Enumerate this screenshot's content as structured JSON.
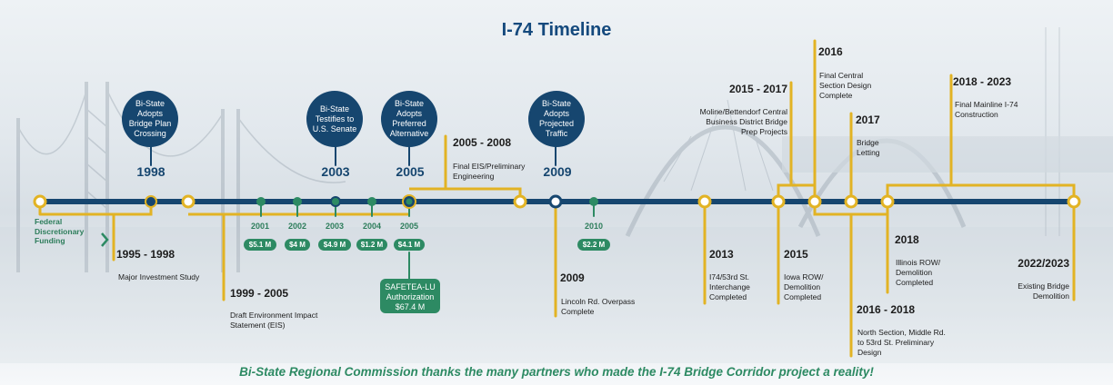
{
  "title": "I-74 Timeline",
  "footer": "Bi-State Regional Commission thanks the many partners who made the I-74 Bridge Corridor project a reality!",
  "colors": {
    "navy": "#16466f",
    "gold": "#e2b324",
    "green": "#2d8a63"
  },
  "federal": {
    "label": "Federal Discretionary Funding"
  },
  "bubbles": [
    {
      "text": "Bi-State Adopts Bridge Plan Crossing",
      "year": "1998"
    },
    {
      "text": "Bi-State Testifies to U.S. Senate",
      "year": "2003"
    },
    {
      "text": "Bi-State Adopts Preferred Alternative",
      "year": "2005"
    },
    {
      "text": "Bi-State Adopts Projected Traffic",
      "year": "2009"
    }
  ],
  "funding": [
    {
      "year": "2001",
      "amount": "$5.1 M"
    },
    {
      "year": "2002",
      "amount": "$4 M"
    },
    {
      "year": "2003",
      "amount": "$4.9 M"
    },
    {
      "year": "2004",
      "amount": "$1.2 M"
    },
    {
      "year": "2005",
      "amount": "$4.1 M"
    },
    {
      "year": "2010",
      "amount": "$2.2 M"
    }
  ],
  "safetea": {
    "text": "SAFETEA-LU Authorization $67.4 M"
  },
  "milestones": [
    {
      "year": "1995 - 1998",
      "desc": "Major Investment Study"
    },
    {
      "year": "1999 - 2005",
      "desc": "Draft Environment Impact Statement (EIS)"
    },
    {
      "year": "2005 - 2008",
      "desc": "Final EIS/Preliminary Engineering"
    },
    {
      "year": "2009",
      "desc": "Lincoln Rd. Overpass Complete"
    },
    {
      "year": "2013",
      "desc": "I74/53rd St. Interchange Completed"
    },
    {
      "year": "2015 - 2017",
      "desc": "Moline/Bettendorf Central Business District Bridge Prep Projects"
    },
    {
      "year": "2015",
      "desc": "Iowa ROW/ Demolition Completed"
    },
    {
      "year": "2016",
      "desc": "Final Central Section Design Complete"
    },
    {
      "year": "2017",
      "desc": "Bridge Letting"
    },
    {
      "year": "2016 - 2018",
      "desc": "North Section, Middle Rd. to 53rd St. Preliminary Design"
    },
    {
      "year": "2018",
      "desc": "Illinois ROW/ Demolition Completed"
    },
    {
      "year": "2018 - 2023",
      "desc": "Final Mainline I-74 Construction"
    },
    {
      "year": "2022/2023",
      "desc": "Existing Bridge Demolition"
    }
  ]
}
